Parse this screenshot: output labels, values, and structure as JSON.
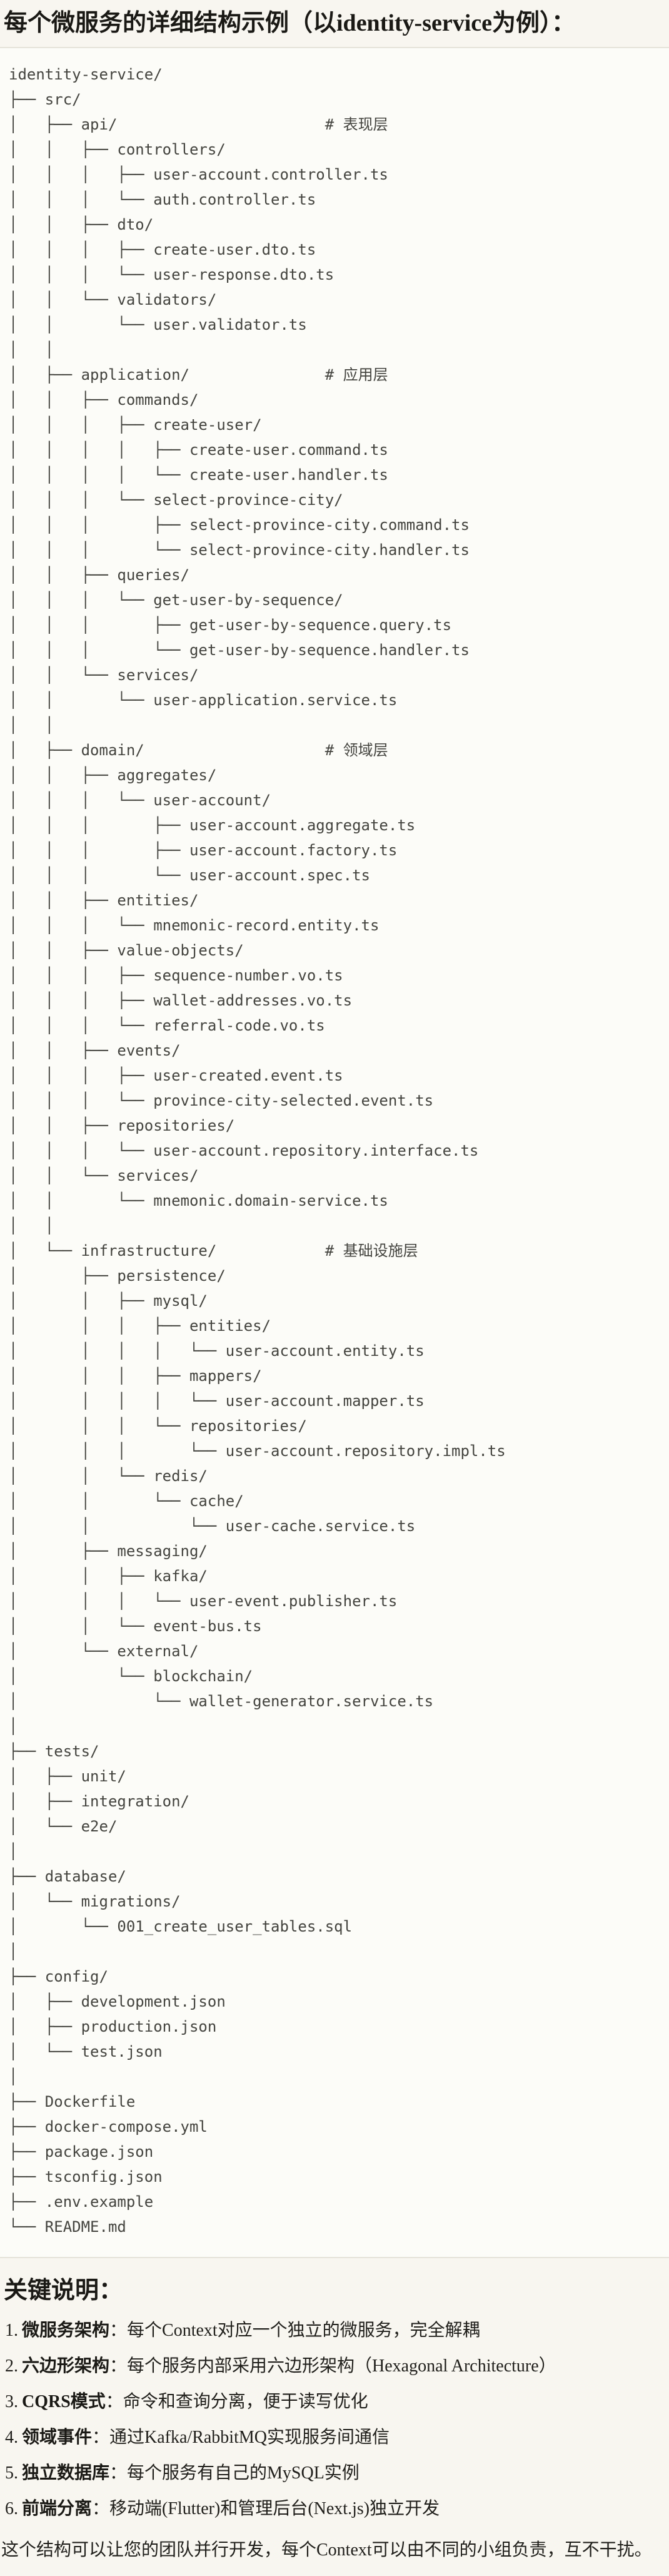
{
  "page": {
    "title": "每个微服务的详细结构示例（以identity-service为例）：",
    "notes_title": "关键说明：",
    "closing": "这个结构可以让您的团队并行开发，每个Context可以由不同的小组负责，互不干扰。"
  },
  "code_block": {
    "language": "plaintext",
    "root": "identity-service/",
    "layer_comments": [
      "# 表现层",
      "# 应用层",
      "# 领域层",
      "# 基础设施层"
    ],
    "tree_lines": [
      "identity-service/",
      "├── src/",
      "│   ├── api/                       # 表现层",
      "│   │   ├── controllers/",
      "│   │   │   ├── user-account.controller.ts",
      "│   │   │   └── auth.controller.ts",
      "│   │   ├── dto/",
      "│   │   │   ├── create-user.dto.ts",
      "│   │   │   └── user-response.dto.ts",
      "│   │   └── validators/",
      "│   │       └── user.validator.ts",
      "│   │",
      "│   ├── application/               # 应用层",
      "│   │   ├── commands/",
      "│   │   │   ├── create-user/",
      "│   │   │   │   ├── create-user.command.ts",
      "│   │   │   │   └── create-user.handler.ts",
      "│   │   │   └── select-province-city/",
      "│   │   │       ├── select-province-city.command.ts",
      "│   │   │       └── select-province-city.handler.ts",
      "│   │   ├── queries/",
      "│   │   │   └── get-user-by-sequence/",
      "│   │   │       ├── get-user-by-sequence.query.ts",
      "│   │   │       └── get-user-by-sequence.handler.ts",
      "│   │   └── services/",
      "│   │       └── user-application.service.ts",
      "│   │",
      "│   ├── domain/                    # 领域层",
      "│   │   ├── aggregates/",
      "│   │   │   └── user-account/",
      "│   │   │       ├── user-account.aggregate.ts",
      "│   │   │       ├── user-account.factory.ts",
      "│   │   │       └── user-account.spec.ts",
      "│   │   ├── entities/",
      "│   │   │   └── mnemonic-record.entity.ts",
      "│   │   ├── value-objects/",
      "│   │   │   ├── sequence-number.vo.ts",
      "│   │   │   ├── wallet-addresses.vo.ts",
      "│   │   │   └── referral-code.vo.ts",
      "│   │   ├── events/",
      "│   │   │   ├── user-created.event.ts",
      "│   │   │   └── province-city-selected.event.ts",
      "│   │   ├── repositories/",
      "│   │   │   └── user-account.repository.interface.ts",
      "│   │   └── services/",
      "│   │       └── mnemonic.domain-service.ts",
      "│   │",
      "│   └── infrastructure/            # 基础设施层",
      "│       ├── persistence/",
      "│       │   ├── mysql/",
      "│       │   │   ├── entities/",
      "│       │   │   │   └── user-account.entity.ts",
      "│       │   │   ├── mappers/",
      "│       │   │   │   └── user-account.mapper.ts",
      "│       │   │   └── repositories/",
      "│       │   │       └── user-account.repository.impl.ts",
      "│       │   └── redis/",
      "│       │       └── cache/",
      "│       │           └── user-cache.service.ts",
      "│       ├── messaging/",
      "│       │   ├── kafka/",
      "│       │   │   └── user-event.publisher.ts",
      "│       │   └── event-bus.ts",
      "│       └── external/",
      "│           └── blockchain/",
      "│               └── wallet-generator.service.ts",
      "│",
      "├── tests/",
      "│   ├── unit/",
      "│   ├── integration/",
      "│   └── e2e/",
      "│",
      "├── database/",
      "│   └── migrations/",
      "│       └── 001_create_user_tables.sql",
      "│",
      "├── config/",
      "│   ├── development.json",
      "│   ├── production.json",
      "│   └── test.json",
      "│",
      "├── Dockerfile",
      "├── docker-compose.yml",
      "├── package.json",
      "├── tsconfig.json",
      "├── .env.example",
      "└── README.md"
    ]
  },
  "notes": [
    {
      "num": "1.",
      "term": "微服务架构",
      "desc": "：每个Context对应一个独立的微服务，完全解耦"
    },
    {
      "num": "2.",
      "term": "六边形架构",
      "desc": "：每个服务内部采用六边形架构（Hexagonal Architecture）"
    },
    {
      "num": "3.",
      "term": "CQRS模式",
      "desc": "：命令和查询分离，便于读写优化"
    },
    {
      "num": "4.",
      "term": "领域事件",
      "desc": "：通过Kafka/RabbitMQ实现服务间通信"
    },
    {
      "num": "5.",
      "term": "独立数据库",
      "desc": "：每个服务有自己的MySQL实例"
    },
    {
      "num": "6.",
      "term": "前端分离",
      "desc": "：移动端(Flutter)和管理后台(Next.js)独立开发"
    }
  ],
  "colors": {
    "page_background": "#F8F6F0",
    "code_background": "#FCFCF8",
    "code_border": "#E5E3DA",
    "tree_text": "#44443F",
    "body_text": "#201F1B"
  }
}
